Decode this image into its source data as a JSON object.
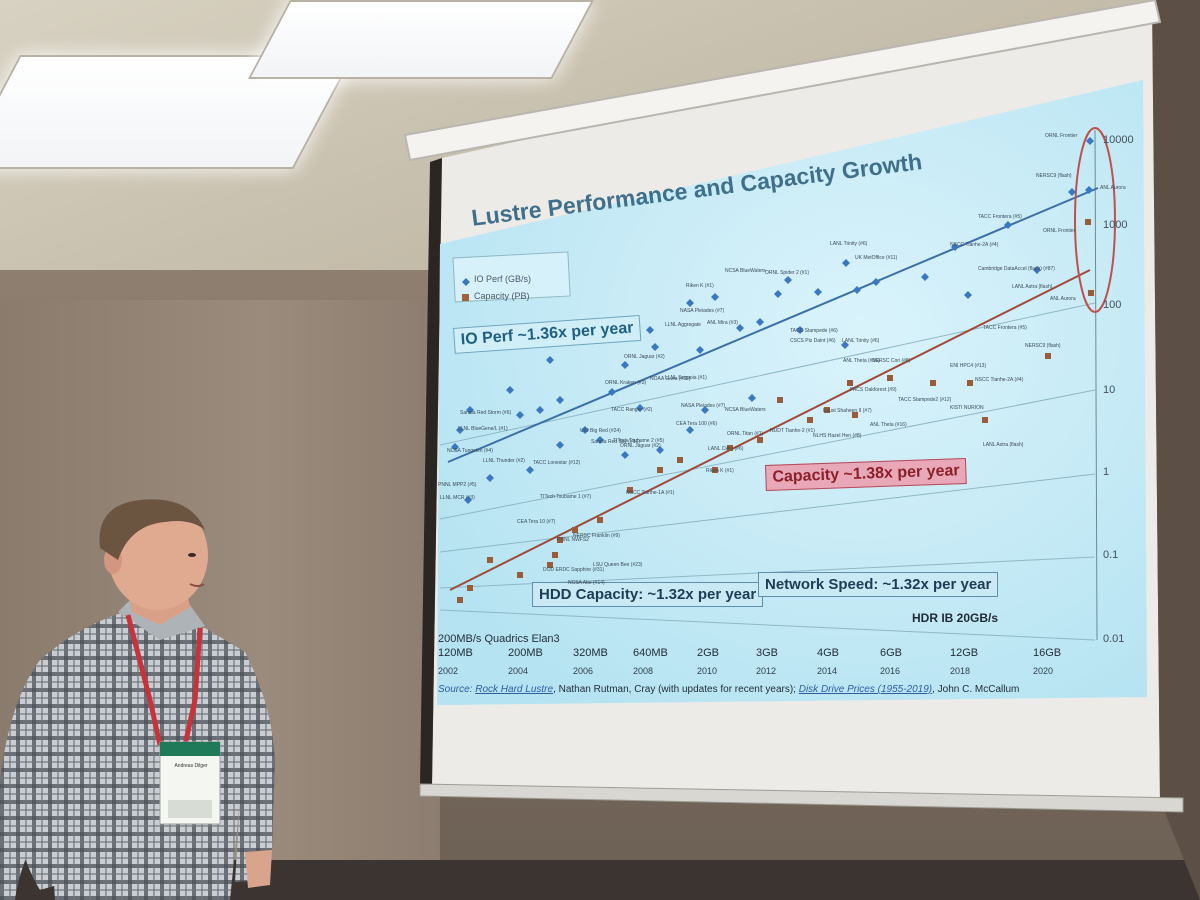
{
  "slide": {
    "title": "Lustre Performance and Capacity Growth",
    "legend": [
      {
        "label": "IO Perf (GB/s)",
        "color": "#3a78c2",
        "marker": "diamond"
      },
      {
        "label": "Capacity (PB)",
        "color": "#a0643a",
        "marker": "square"
      }
    ],
    "banners": {
      "io_perf": "IO Perf ~1.36x per year",
      "capacity": "Capacity ~1.38x per year",
      "hdd": "HDD Capacity: ~1.32x per year",
      "network": "Network Speed: ~1.32x per year"
    },
    "hdr_label": "HDR IB 20GB/s",
    "y_ticks": [
      "10000",
      "1000",
      "100",
      "10",
      "1",
      "0.1",
      "0.01"
    ],
    "x_network": [
      "200MB/s Quadrics Elan3"
    ],
    "x_hdd": [
      "120MB",
      "200MB",
      "320MB",
      "640MB",
      "2GB",
      "3GB",
      "4GB",
      "6GB",
      "12GB",
      "16GB"
    ],
    "x_years": [
      "2002",
      "2004",
      "2006",
      "2008",
      "2010",
      "2012",
      "2014",
      "2016",
      "2018",
      "2020"
    ],
    "source": {
      "prefix": "Source: ",
      "link1": "Rock Hard Lustre",
      "mid": ", Nathan Rutman, Cray (with updates for recent years); ",
      "link2": "Disk Drive Prices (1955-2019)",
      "suffix": ", John C. McCallum"
    },
    "point_labels": [
      "ORNL Frontier",
      "NERSC9 (flash)",
      "ANL Aurora",
      "TACC Frontera (#5)",
      "ORNL Frontier",
      "NSCC Tianhe-2A (#4)",
      "Cambridge DataAccel (flash) (#87)",
      "LANL Astra (flash)",
      "ANL Aurora",
      "LANL Trinity (#6)",
      "UK MetOffice (#11)",
      "ORNL Spider 2 (#1)",
      "NCSA BlueWaters",
      "Riken K (#1)",
      "NASA Pleiades (#7)",
      "LLNL Aggregate",
      "ANL Mira (#3)",
      "ORNL Jaguar (#2)",
      "NOAA Gaea (#32)",
      "TACC Stampede (#6)",
      "CSCS Piz Daint (#6)",
      "LANL Trinity (#6)",
      "ANL Theta (#16)",
      "NERSC Cori (#8)",
      "ENI HPC4 (#13)",
      "NSCC Tianhe-2A (#4)",
      "KISTI NURION",
      "LANL Astra (flash)",
      "TACC Frontera (#5)",
      "NERSC9 (flash)",
      "PACS Oakforest (#9)",
      "TACC Stampede2 (#12)",
      "Kaust Shaheen II (#7)",
      "ANL Theta (#16)",
      "NLHS Hazel Hen (#8)",
      "NUDT Tianhe-2 (#1)",
      "ORNL Titan (#1)",
      "LANL Cielo (#6)",
      "Riken K (#1)",
      "NCSA BlueWaters",
      "TACC Ranger (#2)",
      "ORNL Kraken (#3)",
      "Sandia Red Sky (#10)",
      "TITech Tsubame 2 (#5)",
      "NSCC Tianhe-1A (#1)",
      "CEA Tera 100 (#6)",
      "NASA Pleiades (#7)",
      "LLNL Sequoia (#1)",
      "Sandia Red Storm (#6)",
      "LLNL BlueGene/L (#1)",
      "NCSA Tungsten (#4)",
      "LLNL Thunder (#2)",
      "PNNL MPP2 (#5)",
      "LLNL MCR (#3)",
      "CEA Tera 10 (#7)",
      "NCSA Abe (#14)",
      "DOD ERDC Sapphire (#31)",
      "LSU Queen Bee (#23)",
      "TACC Lonestar (#12)",
      "NERSC Franklin (#9)",
      "TITech Tsubame 1 (#7)",
      "PNNL NWFS2",
      "UIU Big Red (#24)",
      "ORNL Jaguar (#2)"
    ]
  },
  "badge": {
    "name": "Andreas Dilger"
  },
  "colors": {
    "slide_bg": "#c6ecf7",
    "io_line": "#3c6fa8",
    "cap_line": "#a04a3a",
    "io_marker": "#3a78c2",
    "cap_marker": "#9a5c38",
    "lanyard": "#c8323a",
    "shirt": "#9aa0a6"
  }
}
